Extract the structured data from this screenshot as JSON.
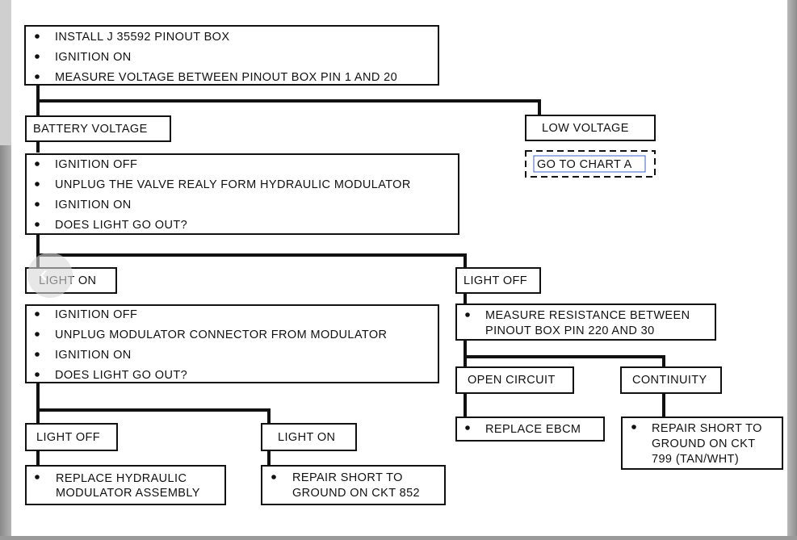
{
  "nodes": {
    "start": [
      "INSTALL J 35592 PINOUT BOX",
      "IGNITION ON",
      "MEASURE VOLTAGE BETWEEN PINOUT BOX PIN 1 AND 20"
    ],
    "battery_voltage": "BATTERY VOLTAGE",
    "low_voltage": "LOW VOLTAGE",
    "go_to_chart": "GO TO CHART A",
    "step2": [
      "IGNITION OFF",
      "UNPLUG THE VALVE REALY FORM HYDRAULIC MODULATOR",
      "IGNITION ON",
      "DOES LIGHT GO OUT?"
    ],
    "light_on_1": "LIGHT ON",
    "light_off_1": "LIGHT OFF",
    "step3": [
      "IGNITION OFF",
      "UNPLUG MODULATOR CONNECTOR FROM MODULATOR",
      "IGNITION ON",
      "DOES LIGHT GO OUT?"
    ],
    "measure_resistance": [
      "MEASURE RESISTANCE  BETWEEN",
      "PINOUT BOX PIN 220 AND 30"
    ],
    "open_circuit": "OPEN CIRCUIT",
    "continuity": "CONTINUITY",
    "replace_ebcm": "REPLACE  EBCM",
    "repair_799": [
      "REPAIR  SHORT TO",
      "GROUND ON CKT",
      "799 (TAN/WHT)"
    ],
    "light_off_2": "LIGHT OFF",
    "light_on_2": "LIGHT ON",
    "replace_modulator": [
      "REPLACE HYDRAULIC",
      "MODULATOR ASSEMBLY"
    ],
    "repair_852": [
      "REPAIR SHORT TO",
      "GROUND ON CKT 852"
    ]
  },
  "nav": {
    "prev_icon": "chevron-left-icon",
    "prev_glyph": "‹"
  }
}
